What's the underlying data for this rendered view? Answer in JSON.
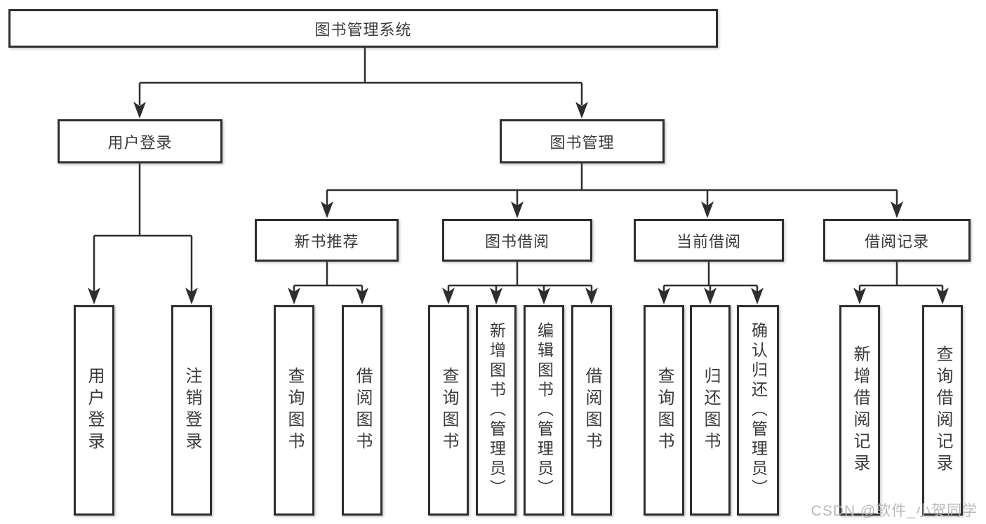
{
  "page": {
    "watermark": "CSDN @软件_小贺同学"
  },
  "colors": {
    "line": "#2e2e2e",
    "box_border": "#2e2e2e",
    "box_fill": "#ffffff",
    "text": "#3a3a3a",
    "watermark": "#b2b2b2",
    "background": "#ffffff"
  },
  "tree": {
    "root": {
      "label": "图书管理系统"
    },
    "level2": [
      {
        "label": "用户登录"
      },
      {
        "label": "图书管理"
      }
    ],
    "level3": [
      {
        "label": "新书推荐"
      },
      {
        "label": "图书借阅"
      },
      {
        "label": "当前借阅"
      },
      {
        "label": "借阅记录"
      }
    ],
    "leaves": {
      "user_login": [
        "用户登录",
        "注销登录"
      ],
      "new_book": [
        "查询图书",
        "借阅图书"
      ],
      "book_borrow": [
        "查询图书",
        "新增图书（管理员）",
        "编辑图书（管理员）",
        "借阅图书"
      ],
      "current_borrow": [
        "查询图书",
        "归还图书",
        "确认归还（管理员）"
      ],
      "borrow_record": [
        "新增借阅记录",
        "查询借阅记录"
      ]
    }
  }
}
